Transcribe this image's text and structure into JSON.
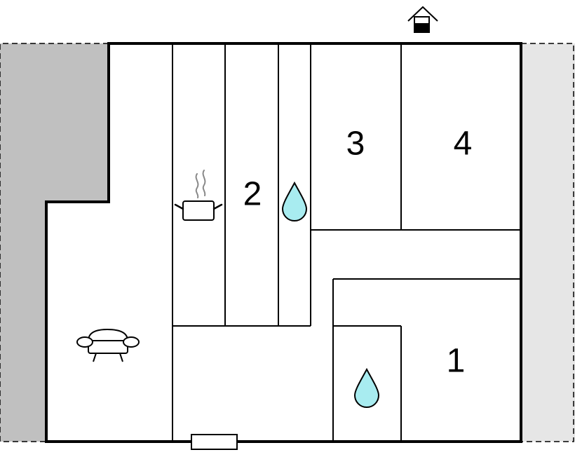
{
  "rooms": {
    "room_1": {
      "label": "1"
    },
    "room_2": {
      "label": "2"
    },
    "room_3": {
      "label": "3"
    },
    "room_4": {
      "label": "4"
    }
  },
  "icons": {
    "entrance": "house-entrance-icon",
    "kitchen": "cooking-pot-icon",
    "bathroom": "water-drop-icon",
    "living": "sofa-icon",
    "door": "door-icon"
  },
  "colors": {
    "wall": "#000000",
    "dark_terrace": "#c0c0c0",
    "light_terrace": "#e6e6e6",
    "water": "#a8ecf0"
  }
}
